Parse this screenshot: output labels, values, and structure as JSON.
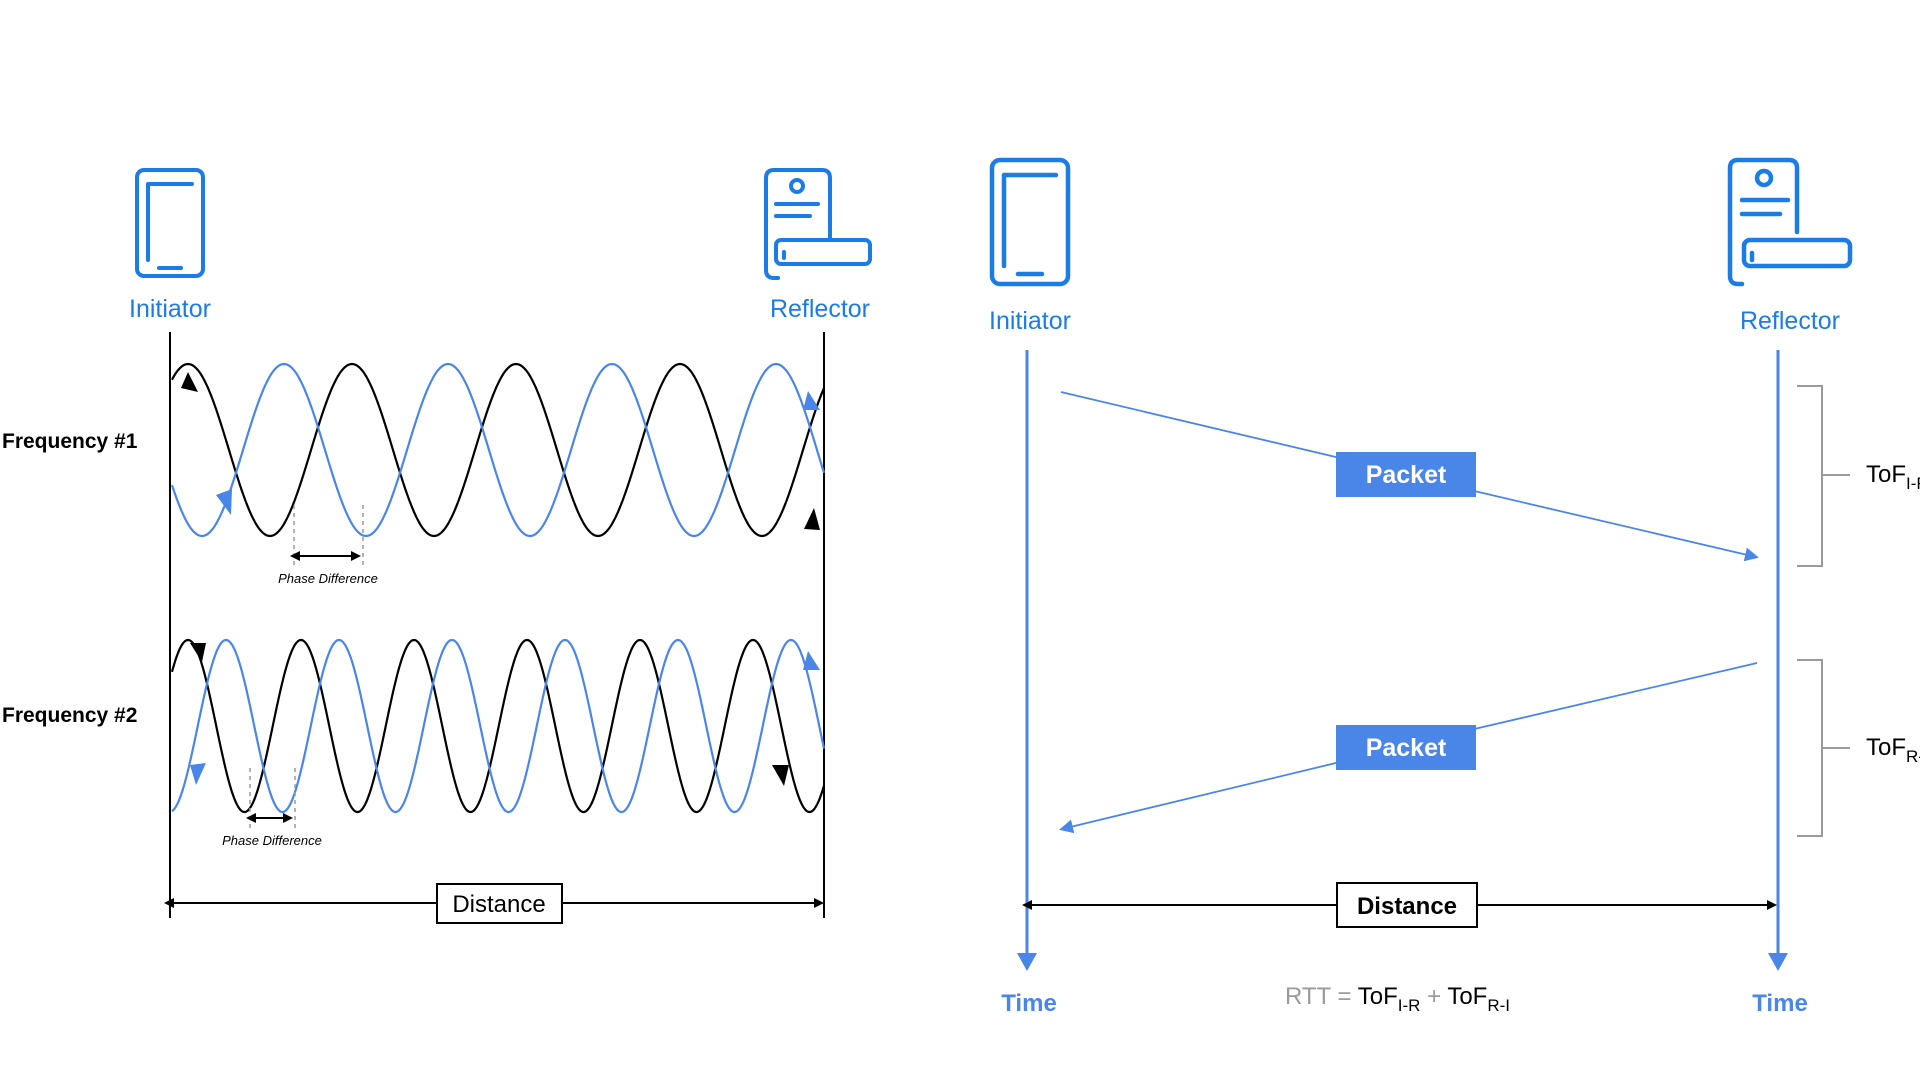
{
  "left_panel": {
    "initiator_label": "Initiator",
    "reflector_label": "Reflector",
    "frequency_1_label": "Frequency #1",
    "frequency_2_label": "Frequency #2",
    "phase_difference_label_1": "Phase Difference",
    "phase_difference_label_2": "Phase Difference",
    "distance_label": "Distance"
  },
  "right_panel": {
    "initiator_label": "Initiator",
    "reflector_label": "Reflector",
    "packet_1_label": "Packet",
    "packet_2_label": "Packet",
    "distance_label": "Distance",
    "time_left_label": "Time",
    "time_right_label": "Time",
    "tof_ir": {
      "base": "ToF",
      "sub": "I-R"
    },
    "tof_ri": {
      "base": "ToF",
      "sub": "R-I"
    },
    "rtt_formula": {
      "lhs": "RTT",
      "eq": " = ",
      "term1_base": "ToF",
      "term1_sub": "I-R",
      "plus": " + ",
      "term2_base": "ToF",
      "term2_sub": "R-I"
    }
  },
  "colors": {
    "icon_blue": "#1b7ce6",
    "line_blue": "#4a86e8",
    "packet_blue": "#4a86e8",
    "wave_black": "#000000",
    "bracket_gray": "#9a9a9a"
  },
  "icons": [
    "smartphone-icon",
    "door-lock-icon"
  ]
}
